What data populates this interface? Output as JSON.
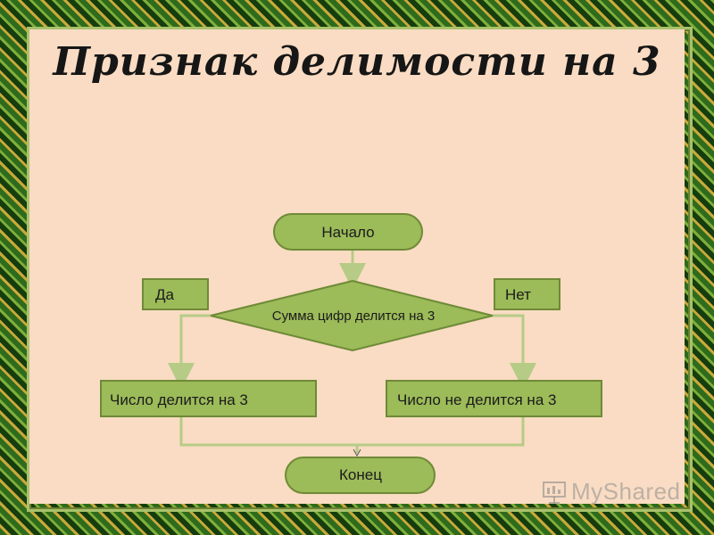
{
  "title": "Признак делимости на 3",
  "nodes": {
    "start": "Начало",
    "condition": "Сумма цифр делится на 3",
    "yes_label": "Да",
    "no_label": "Нет",
    "divisible": "Число делится на 3",
    "not_divisible": "Число не делится на 3",
    "end": "Конец"
  },
  "colors": {
    "node_fill": "#9cbb59",
    "node_stroke": "#6f8a37",
    "connector": "#b6cc86",
    "label_fill": "#9cbb59",
    "frame_outer": "#2e6b1c",
    "canvas": "#f9dcc3"
  },
  "watermark": {
    "text": "MyShared",
    "icon": "presentation-screen-icon"
  }
}
